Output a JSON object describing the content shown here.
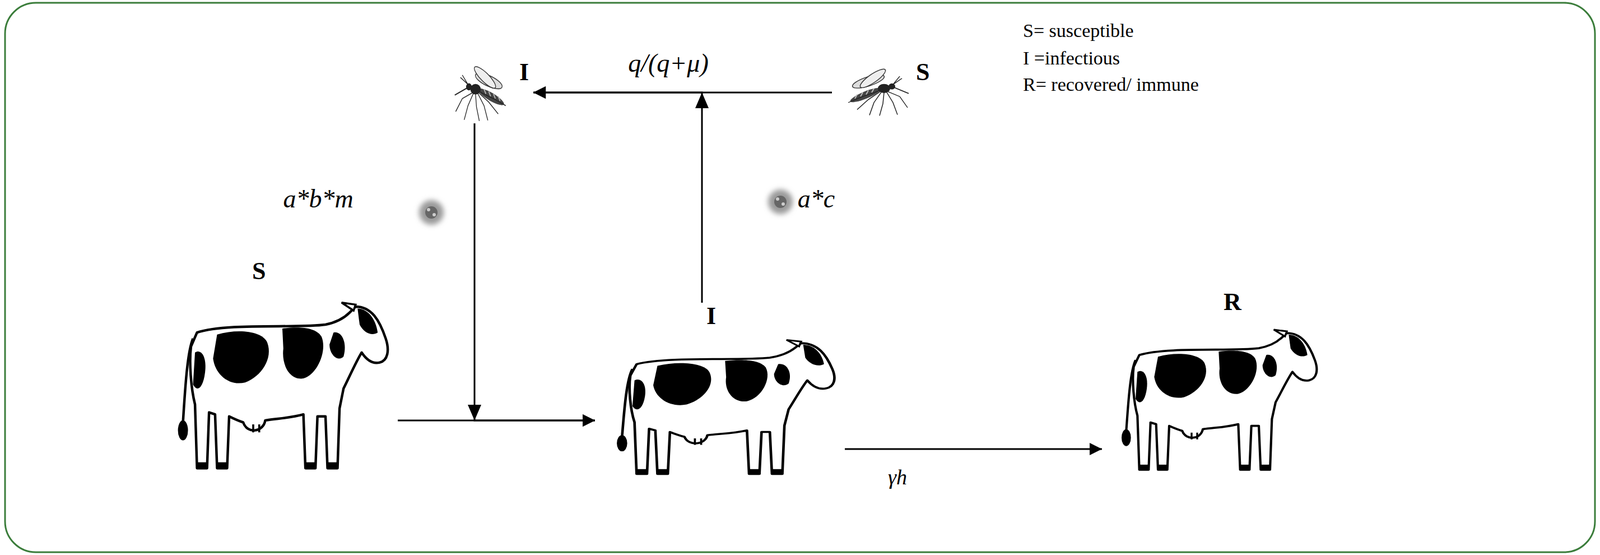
{
  "diagram": {
    "nodes": [
      {
        "text": [
          "I"
        ]
      },
      {
        "text": [
          "S"
        ]
      },
      {
        "text": [
          "S"
        ]
      },
      {
        "text": [
          "I"
        ]
      },
      {
        "text": [
          "R"
        ]
      }
    ],
    "edges": [
      {
        "from": 1,
        "to": 0,
        "arrow": "to",
        "label": "q/(q+μ)"
      },
      {
        "from": 2,
        "to": 3,
        "arrow": "to"
      },
      {
        "from": 0,
        "to": 3,
        "arrow": "to",
        "label": "a*b*m"
      },
      {
        "from": 3,
        "to": 0,
        "arrow": "to",
        "label": "a*c"
      },
      {
        "from": 3,
        "to": 4,
        "arrow": "to",
        "label": "γh"
      }
    ],
    "labels": [
      "S= susceptible",
      "I =infectious",
      "R= recovered/ immune"
    ]
  }
}
